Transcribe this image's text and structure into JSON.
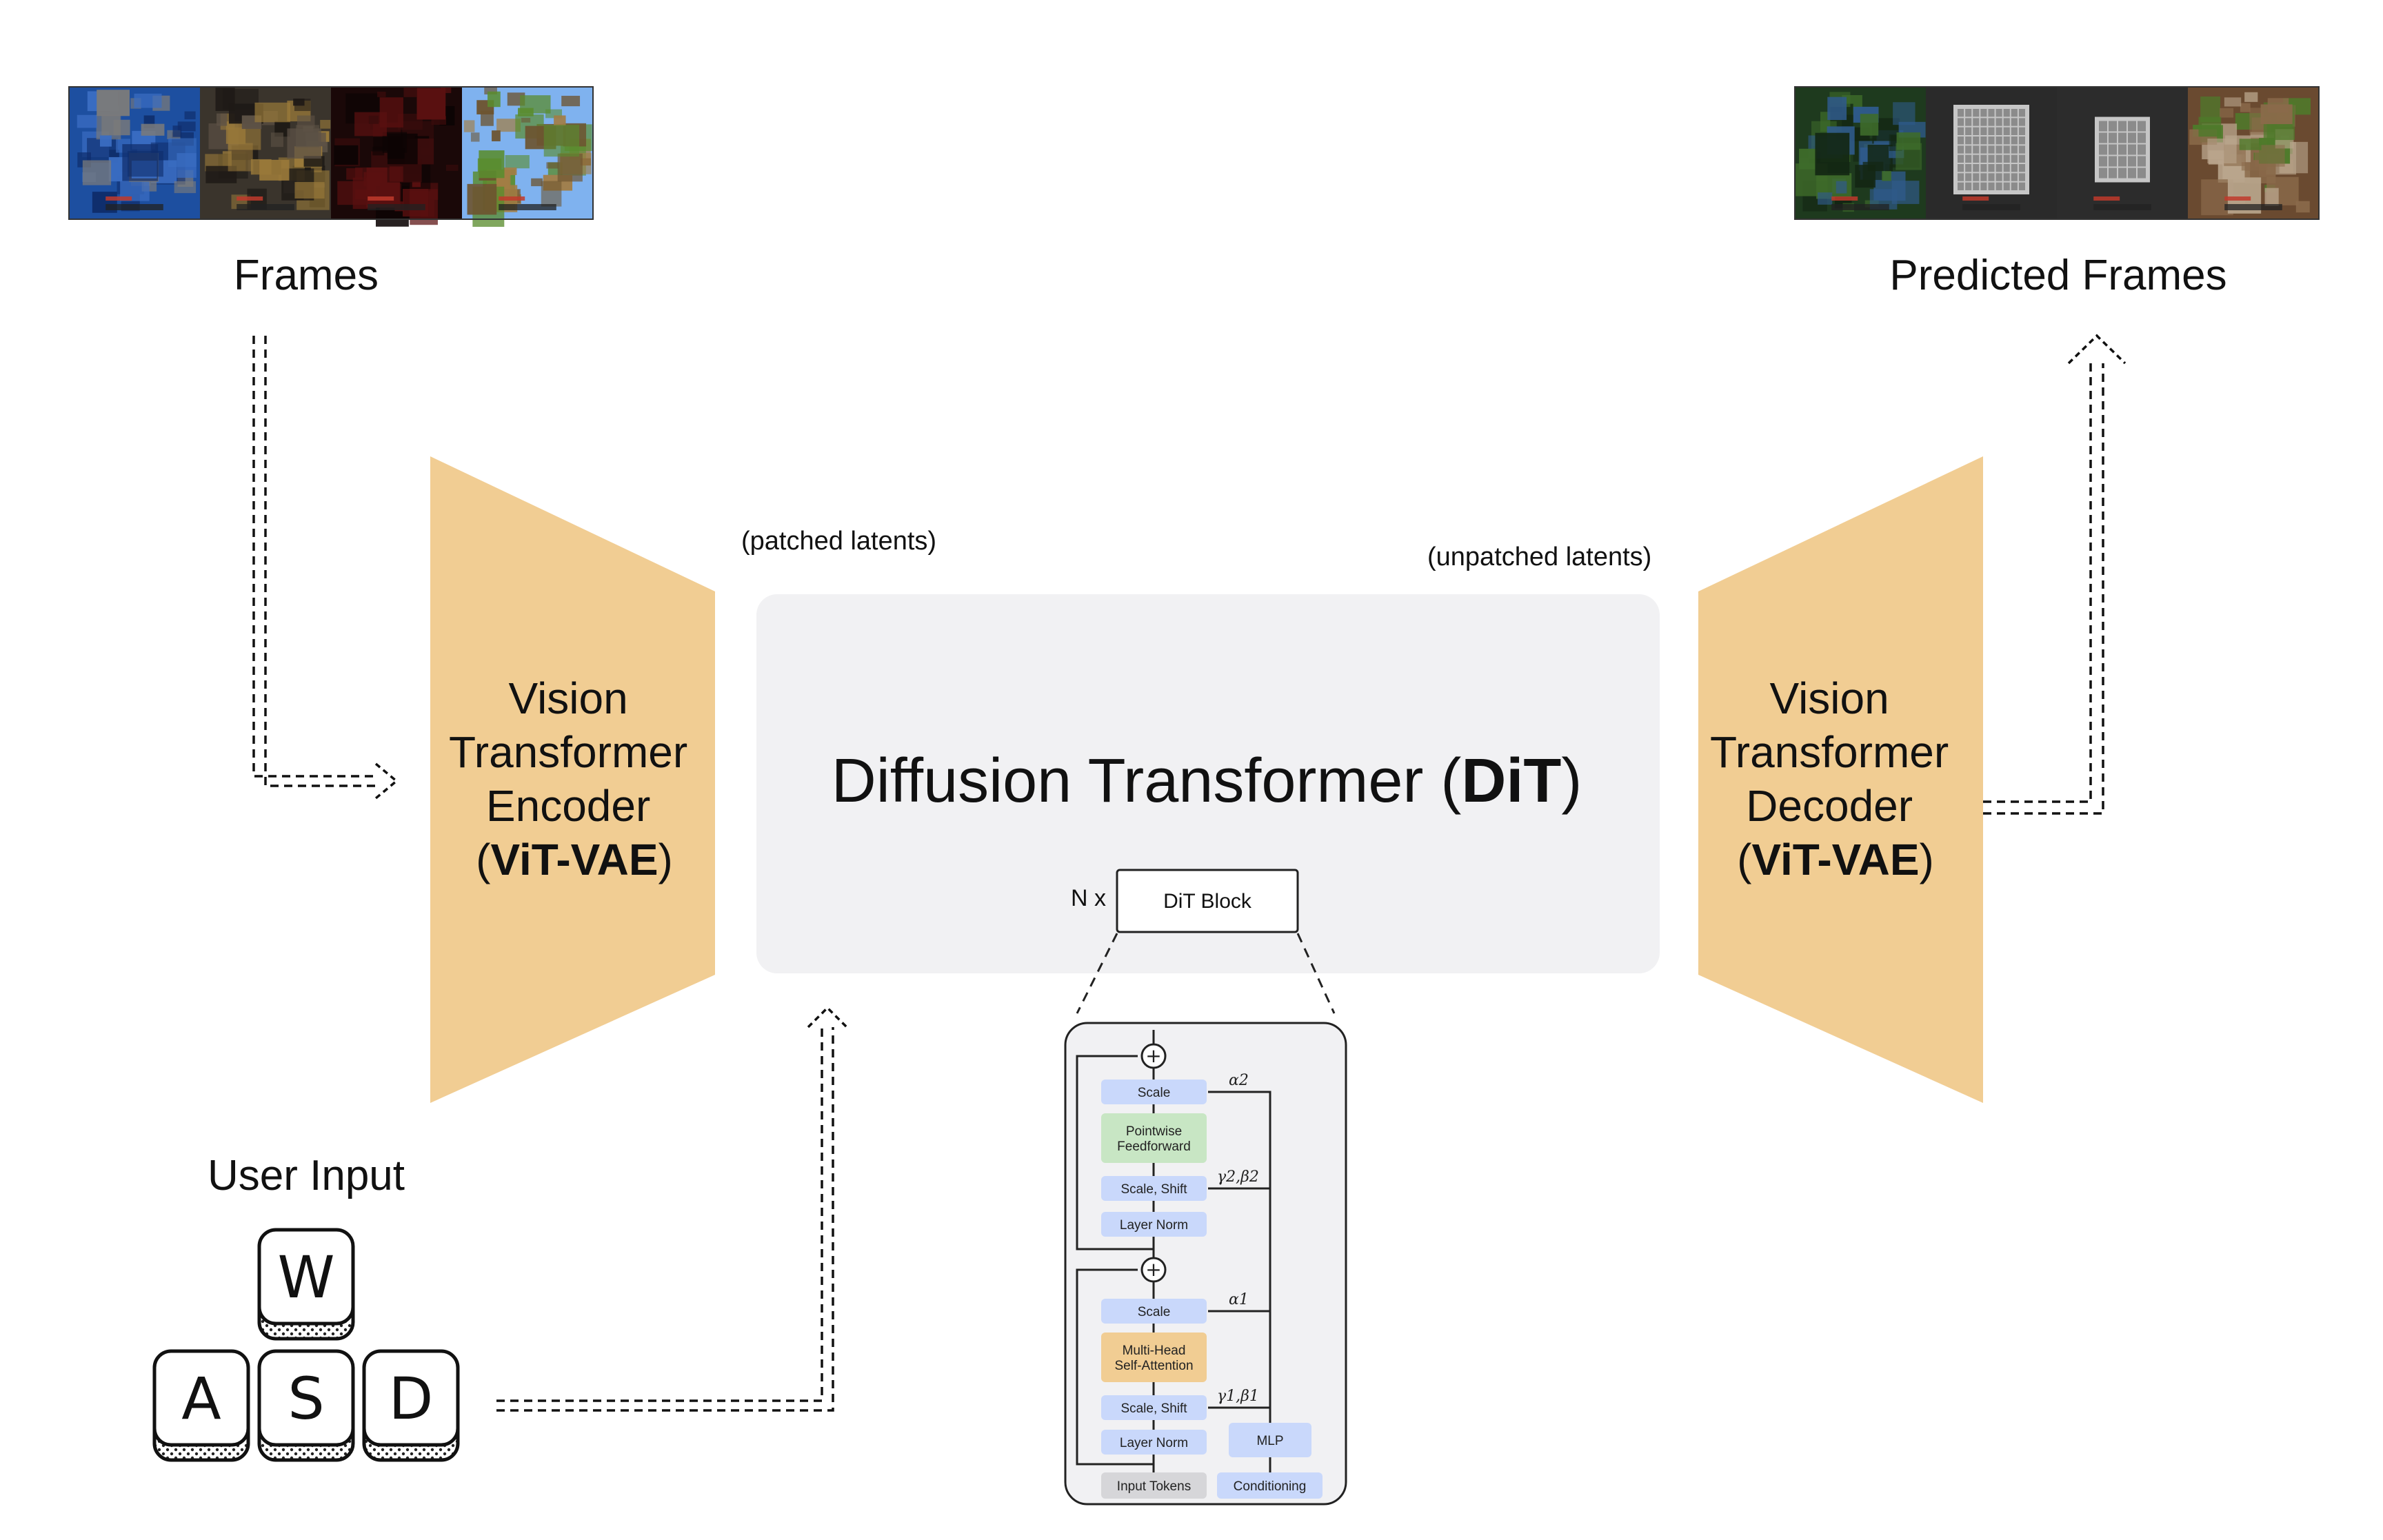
{
  "frames": {
    "label": "Frames",
    "tiles": [
      {
        "scene": "underwater-stone",
        "colors": [
          "#1d4fa0",
          "#3a6dc2",
          "#0f2d6b",
          "#7a7a7a"
        ]
      },
      {
        "scene": "cave-torches",
        "colors": [
          "#3a342c",
          "#5d5246",
          "#1e1a16",
          "#9a7a3a"
        ]
      },
      {
        "scene": "nether-dark",
        "colors": [
          "#1a0808",
          "#3a0c0c",
          "#0c0404",
          "#5a1010"
        ]
      },
      {
        "scene": "plains-wood",
        "colors": [
          "#7fb2ef",
          "#5a8c2e",
          "#a27d44",
          "#6d5430"
        ]
      }
    ]
  },
  "predicted": {
    "label": "Predicted Frames",
    "tiles": [
      {
        "scene": "forest-water",
        "colors": [
          "#1e3a1e",
          "#2f5a8a",
          "#132613",
          "#3e6b2a"
        ]
      },
      {
        "scene": "inventory-grid",
        "colors": [
          "#2a2a2a",
          "#c6c6c6",
          "#8b8b8b",
          "#111111"
        ]
      },
      {
        "scene": "crafting-ui",
        "colors": [
          "#2c2c2c",
          "#c6c6c6",
          "#8b8b8b",
          "#161616"
        ]
      },
      {
        "scene": "dirt-mobs",
        "colors": [
          "#6a4a30",
          "#b9a58c",
          "#4e7a2a",
          "#8a6a4a"
        ]
      }
    ]
  },
  "encoder": {
    "lines": [
      "Vision",
      "Transformer",
      "Encoder"
    ],
    "tag_open": "(",
    "tag": "ViT-VAE",
    "tag_close": ")"
  },
  "decoder": {
    "lines": [
      "Vision",
      "Transformer",
      "Decoder"
    ],
    "tag_open": "(",
    "tag": "ViT-VAE",
    "tag_close": ")"
  },
  "dit": {
    "title_pre": "Diffusion Transformer (",
    "title_bold": "DiT",
    "title_post": ")",
    "n_label": "N x",
    "block_label": "DiT Block"
  },
  "annotations": {
    "patched": "(patched latents)",
    "unpatched": "(unpatched latents)"
  },
  "user_input": {
    "label": "User Input",
    "keys": [
      "W",
      "A",
      "S",
      "D"
    ]
  },
  "dit_block": {
    "scale_2": "Scale",
    "ffn": [
      "Pointwise",
      "Feedforward"
    ],
    "scale_shift_2": "Scale, Shift",
    "ln_2": "Layer Norm",
    "scale_1": "Scale",
    "mhsa": [
      "Multi-Head",
      "Self-Attention"
    ],
    "scale_shift_1": "Scale, Shift",
    "ln_1": "Layer Norm",
    "mlp": "MLP",
    "input_tokens": "Input Tokens",
    "conditioning": "Conditioning",
    "alpha2": "α2",
    "gb2": "γ2,β2",
    "alpha1": "α1",
    "gb1": "γ1,β1",
    "plus": "+"
  },
  "colors": {
    "trapezoid": "#f1cd93",
    "dit_panel": "#f1f1f3",
    "blue_box": "#c9d8fb",
    "green_box": "#c8e6c4",
    "orange_box": "#f1cd93",
    "gray_box": "#d6d6d9"
  }
}
